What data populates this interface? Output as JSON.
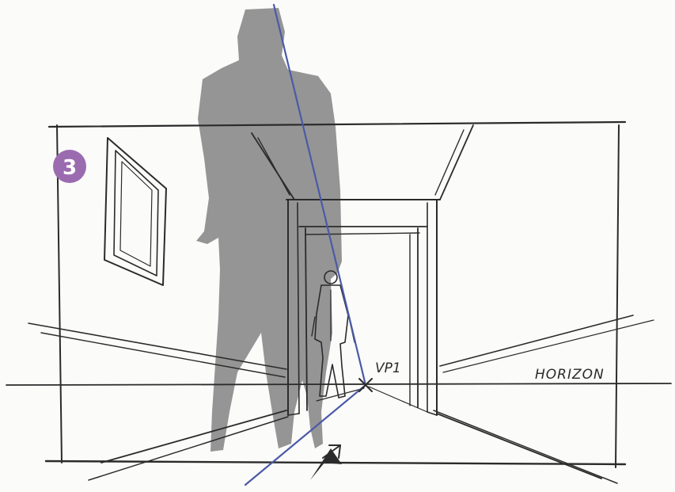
{
  "badge": {
    "label": "3",
    "color": "#9b6bb0"
  },
  "labels": {
    "vanishing_point": "VP1",
    "horizon": "HORIZON"
  },
  "colors": {
    "ink": "#2b2b2b",
    "guide_line": "#4a5aa8",
    "shadow_figure": "#8c8c8c"
  },
  "icons": {
    "badge": "numbered-step-badge",
    "pointer": "arrow-up-icon"
  }
}
